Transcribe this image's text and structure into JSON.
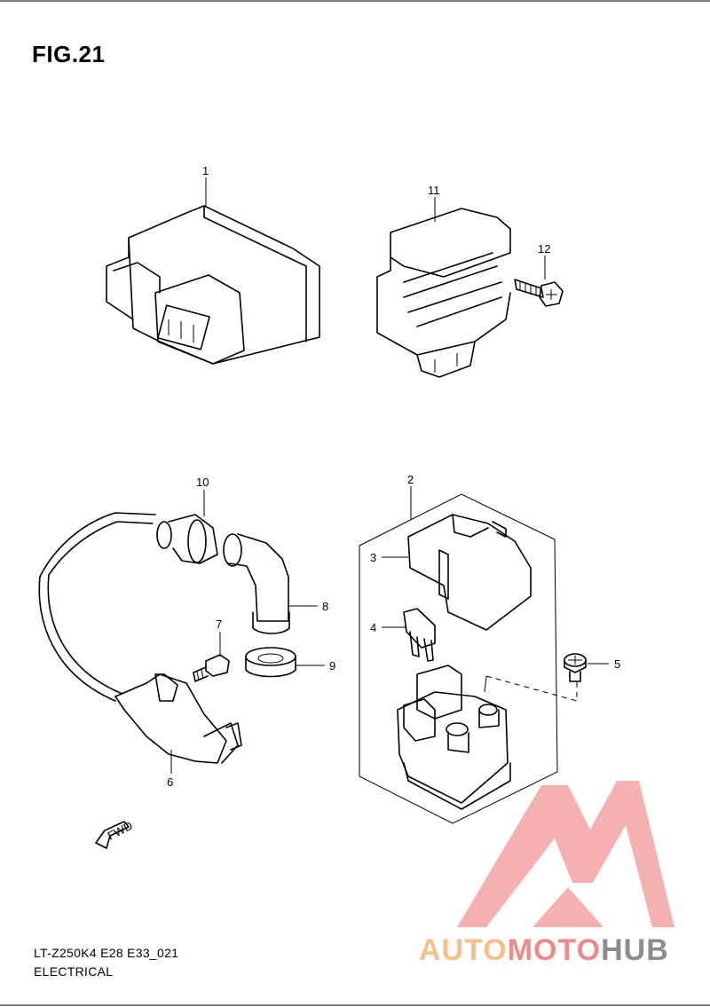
{
  "figure": {
    "title": "FIG.21",
    "code": "LT-Z250K4 E28 E33_021",
    "caption": "ELECTRICAL"
  },
  "callouts": [
    {
      "id": "1",
      "label": "1"
    },
    {
      "id": "2",
      "label": "2"
    },
    {
      "id": "3",
      "label": "3"
    },
    {
      "id": "4",
      "label": "4"
    },
    {
      "id": "5",
      "label": "5"
    },
    {
      "id": "6",
      "label": "6"
    },
    {
      "id": "7",
      "label": "7"
    },
    {
      "id": "8",
      "label": "8"
    },
    {
      "id": "9",
      "label": "9"
    },
    {
      "id": "10",
      "label": "10"
    },
    {
      "id": "11",
      "label": "11"
    },
    {
      "id": "12",
      "label": "12"
    }
  ],
  "fwd_arrow": {
    "label": "FWD"
  },
  "watermark": {
    "part_a": "AUTO",
    "part_b": "MOTO",
    "part_c": "HUB",
    "colors": {
      "auto": "#f7c08a",
      "moto": "#f08a8a",
      "hub": "#8c8c8c",
      "logo": "#f4a3a3"
    }
  }
}
